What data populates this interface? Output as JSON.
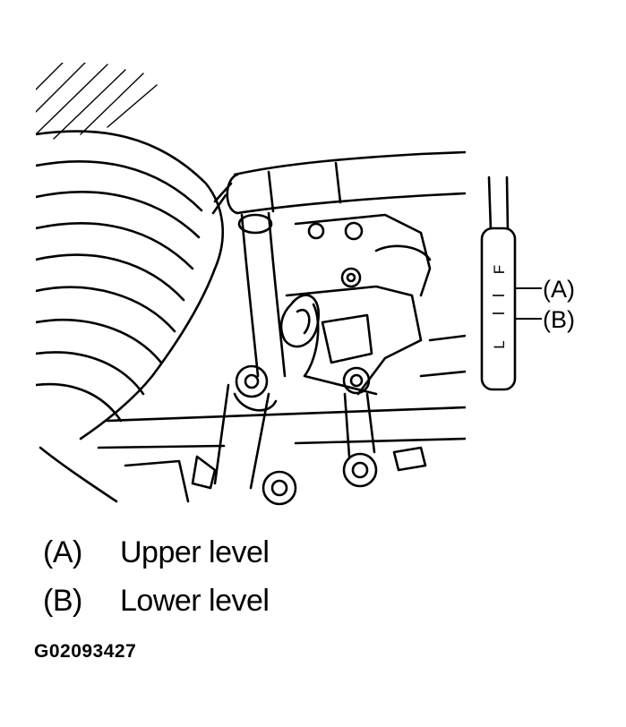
{
  "dipstick": {
    "mark_full": "F",
    "mark_low": "L",
    "callout_a": "(A)",
    "callout_b": "(B)"
  },
  "legend": [
    {
      "key": "(A)",
      "text": "Upper level"
    },
    {
      "key": "(B)",
      "text": "Lower level"
    }
  ],
  "figure_id": "G02093427"
}
